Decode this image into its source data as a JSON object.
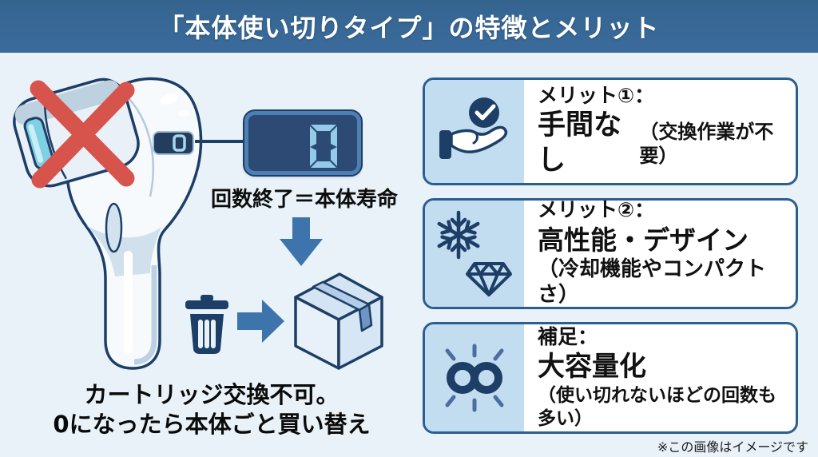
{
  "header": {
    "title": "「本体使い切りタイプ」の特徴とメリット"
  },
  "left_scene": {
    "device_display_value": "0",
    "zoom_display_value": "0",
    "display_caption": "回数終了＝本体寿命",
    "conclusion_line1": "カートリッジ交換不可。",
    "conclusion_line2": "0になったら本体ごと買い替え"
  },
  "cards": [
    {
      "icon": "hand-check-icon",
      "title": "メリット①：",
      "headline": "手間なし",
      "note": "（交換作業が不要）"
    },
    {
      "icon": "snowflake-diamond-icon",
      "title": "メリット②：",
      "headline": "高性能・デザイン",
      "note": "（冷却機能やコンパクトさ）"
    },
    {
      "icon": "infinity-sparkle-icon",
      "title": "補足：",
      "headline": "大容量化",
      "note": "（使い切れないほどの回数も多い）"
    }
  ],
  "footer": {
    "disclaimer": "※この画像はイメージです"
  },
  "colors": {
    "header_bg": "#3a6b9c",
    "page_bg": "#e9f2f8",
    "card_border": "#2d5e90",
    "card_panel_bg": "#c2dcf0",
    "icon_navy": "#1d3e66",
    "arrow_blue": "#3d74ab",
    "red_x": "#d6544c",
    "display_bg": "#2c4a73",
    "display_border": "#4c7fb3",
    "display_segment": "#93cbe9",
    "flash_window_cyan": "#7ed0e4",
    "text_black": "#111111"
  }
}
